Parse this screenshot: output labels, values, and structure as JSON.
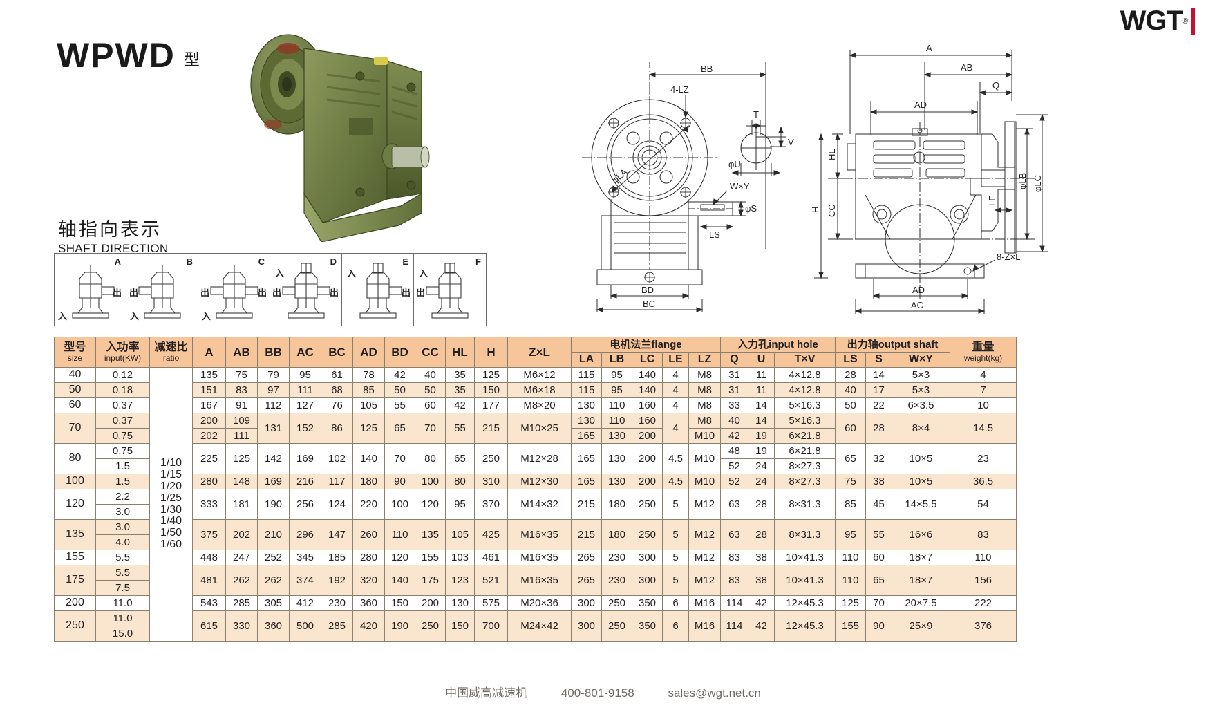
{
  "brand": {
    "name": "WGT",
    "registered": "®"
  },
  "title": {
    "model": "WPWD",
    "suffix": "型"
  },
  "shaft_direction": {
    "cn": "轴指向表示",
    "en": "SHAFT DIRECTION",
    "in_label": "入",
    "out_label": "出",
    "variants": [
      "A",
      "B",
      "C",
      "D",
      "E",
      "F"
    ]
  },
  "drawings": {
    "front_view_labels": [
      "BB",
      "4-LZ",
      "φLA",
      "W×Y",
      "φS",
      "LS",
      "BD",
      "BC"
    ],
    "keyway_labels": [
      "T",
      "V",
      "φU"
    ],
    "side_view_labels": [
      "A",
      "AB",
      "Q",
      "AD",
      "HL",
      "CC",
      "H",
      "φLB",
      "φLC",
      "LE",
      "AD",
      "AC",
      "8-Z×L"
    ]
  },
  "table": {
    "headers": {
      "size": {
        "cn": "型号",
        "en": "size"
      },
      "input": {
        "cn": "入功率",
        "en": "input(KW)"
      },
      "ratio": {
        "cn": "减速比",
        "en": "ratio"
      },
      "dims": [
        "A",
        "AB",
        "BB",
        "AC",
        "BC",
        "AD",
        "BD",
        "CC",
        "HL",
        "H",
        "Z×L"
      ],
      "flange_group": "电机法兰flange",
      "flange": [
        "LA",
        "LB",
        "LC",
        "LE",
        "LZ"
      ],
      "input_hole_group": "入力孔input hole",
      "input_hole": [
        "Q",
        "U",
        "T×V"
      ],
      "output_shaft_group": "出力轴output shaft",
      "output_shaft": [
        "LS",
        "S",
        "W×Y"
      ],
      "weight": {
        "cn": "重量",
        "en": "weight(kg)"
      }
    },
    "ratios": [
      "1/10",
      "1/15",
      "1/20",
      "1/25",
      "1/30",
      "1/40",
      "1/50",
      "1/60"
    ],
    "rows": [
      {
        "size": "40",
        "rowspan": 1,
        "inputs": [
          "0.12"
        ],
        "dims": [
          "135",
          "75",
          "79",
          "95",
          "61",
          "78",
          "42",
          "40",
          "35",
          "125",
          "M6×12"
        ],
        "flange": [
          [
            "115",
            "95",
            "140",
            "4",
            "M8"
          ]
        ],
        "hole": [
          [
            "31",
            "11",
            "4×12.8"
          ]
        ],
        "shaft": [
          "28",
          "14",
          "5×3"
        ],
        "weight": "4"
      },
      {
        "size": "50",
        "rowspan": 1,
        "inputs": [
          "0.18"
        ],
        "dims": [
          "151",
          "83",
          "97",
          "111",
          "68",
          "85",
          "50",
          "50",
          "35",
          "150",
          "M6×18"
        ],
        "flange": [
          [
            "115",
            "95",
            "140",
            "4",
            "M8"
          ]
        ],
        "hole": [
          [
            "31",
            "11",
            "4×12.8"
          ]
        ],
        "shaft": [
          "40",
          "17",
          "5×3"
        ],
        "weight": "7"
      },
      {
        "size": "60",
        "rowspan": 1,
        "inputs": [
          "0.37"
        ],
        "dims": [
          "167",
          "91",
          "112",
          "127",
          "76",
          "105",
          "55",
          "60",
          "42",
          "177",
          "M8×20"
        ],
        "flange": [
          [
            "130",
            "110",
            "160",
            "4",
            "M8"
          ]
        ],
        "hole": [
          [
            "33",
            "14",
            "5×16.3"
          ]
        ],
        "shaft": [
          "50",
          "22",
          "6×3.5"
        ],
        "weight": "10"
      },
      {
        "size": "70",
        "rowspan": 2,
        "inputs": [
          "0.37",
          "0.75"
        ],
        "dims_split": [
          "200",
          "202"
        ],
        "dims_ab": [
          "109",
          "111"
        ],
        "dims": [
          "",
          "",
          "131",
          "152",
          "86",
          "125",
          "65",
          "70",
          "55",
          "215",
          "M10×25"
        ],
        "flange": [
          [
            "130",
            "110",
            "160",
            "4",
            "M8"
          ],
          [
            "165",
            "130",
            "200",
            "4",
            "M10"
          ]
        ],
        "hole": [
          [
            "40",
            "14",
            "5×16.3"
          ],
          [
            "42",
            "19",
            "6×21.8"
          ]
        ],
        "shaft": [
          "60",
          "28",
          "8×4"
        ],
        "weight": "14.5"
      },
      {
        "size": "80",
        "rowspan": 2,
        "inputs": [
          "0.75",
          "1.5"
        ],
        "dims": [
          "225",
          "125",
          "142",
          "169",
          "102",
          "140",
          "70",
          "80",
          "65",
          "250",
          "M12×28"
        ],
        "flange": [
          [
            "165",
            "130",
            "200",
            "4.5",
            "M10"
          ]
        ],
        "hole": [
          [
            "48",
            "19",
            "6×21.8"
          ],
          [
            "52",
            "24",
            "8×27.3"
          ]
        ],
        "shaft": [
          "65",
          "32",
          "10×5"
        ],
        "weight": "23"
      },
      {
        "size": "100",
        "rowspan": 1,
        "inputs": [
          "1.5"
        ],
        "dims": [
          "280",
          "148",
          "169",
          "216",
          "117",
          "180",
          "90",
          "100",
          "80",
          "310",
          "M12×30"
        ],
        "flange": [
          [
            "165",
            "130",
            "200",
            "4.5",
            "M10"
          ]
        ],
        "hole": [
          [
            "52",
            "24",
            "8×27.3"
          ]
        ],
        "shaft": [
          "75",
          "38",
          "10×5"
        ],
        "weight": "36.5"
      },
      {
        "size": "120",
        "rowspan": 2,
        "inputs": [
          "2.2",
          "3.0"
        ],
        "dims": [
          "333",
          "181",
          "190",
          "256",
          "124",
          "220",
          "100",
          "120",
          "95",
          "370",
          "M14×32"
        ],
        "flange": [
          [
            "215",
            "180",
            "250",
            "5",
            "M12"
          ]
        ],
        "hole": [
          [
            "63",
            "28",
            "8×31.3"
          ]
        ],
        "shaft": [
          "85",
          "45",
          "14×5.5"
        ],
        "weight": "54"
      },
      {
        "size": "135",
        "rowspan": 2,
        "inputs": [
          "3.0",
          "4.0"
        ],
        "dims": [
          "375",
          "202",
          "210",
          "296",
          "147",
          "260",
          "110",
          "135",
          "105",
          "425",
          "M16×35"
        ],
        "flange": [
          [
            "215",
            "180",
            "250",
            "5",
            "M12"
          ]
        ],
        "hole": [
          [
            "63",
            "28",
            "8×31.3"
          ]
        ],
        "shaft": [
          "95",
          "55",
          "16×6"
        ],
        "weight": "83"
      },
      {
        "size": "155",
        "rowspan": 1,
        "inputs": [
          "5.5"
        ],
        "dims": [
          "448",
          "247",
          "252",
          "345",
          "185",
          "280",
          "120",
          "155",
          "103",
          "461",
          "M16×35"
        ],
        "flange": [
          [
            "265",
            "230",
            "300",
            "5",
            "M12"
          ]
        ],
        "hole": [
          [
            "83",
            "38",
            "10×41.3"
          ]
        ],
        "shaft": [
          "110",
          "60",
          "18×7"
        ],
        "weight": "110"
      },
      {
        "size": "175",
        "rowspan": 2,
        "inputs": [
          "5.5",
          "7.5"
        ],
        "dims": [
          "481",
          "262",
          "262",
          "374",
          "192",
          "320",
          "140",
          "175",
          "123",
          "521",
          "M16×35"
        ],
        "flange": [
          [
            "265",
            "230",
            "300",
            "5",
            "M12"
          ]
        ],
        "hole": [
          [
            "83",
            "38",
            "10×41.3"
          ]
        ],
        "shaft": [
          "110",
          "65",
          "18×7"
        ],
        "weight": "156"
      },
      {
        "size": "200",
        "rowspan": 1,
        "inputs": [
          "11.0"
        ],
        "dims": [
          "543",
          "285",
          "305",
          "412",
          "230",
          "360",
          "150",
          "200",
          "130",
          "575",
          "M20×36"
        ],
        "flange": [
          [
            "300",
            "250",
            "350",
            "6",
            "M16"
          ]
        ],
        "hole": [
          [
            "114",
            "42",
            "12×45.3"
          ]
        ],
        "shaft": [
          "125",
          "70",
          "20×7.5"
        ],
        "weight": "222"
      },
      {
        "size": "250",
        "rowspan": 2,
        "inputs": [
          "11.0",
          "15.0"
        ],
        "dims": [
          "615",
          "330",
          "360",
          "500",
          "285",
          "420",
          "190",
          "250",
          "150",
          "700",
          "M24×42"
        ],
        "flange": [
          [
            "300",
            "250",
            "350",
            "6",
            "M16"
          ]
        ],
        "hole": [
          [
            "114",
            "42",
            "12×45.3"
          ]
        ],
        "shaft": [
          "155",
          "90",
          "25×9"
        ],
        "weight": "376"
      }
    ]
  },
  "footer": {
    "company": "中国威高减速机",
    "phone": "400-801-9158",
    "email": "sales@wgt.net.cn"
  }
}
